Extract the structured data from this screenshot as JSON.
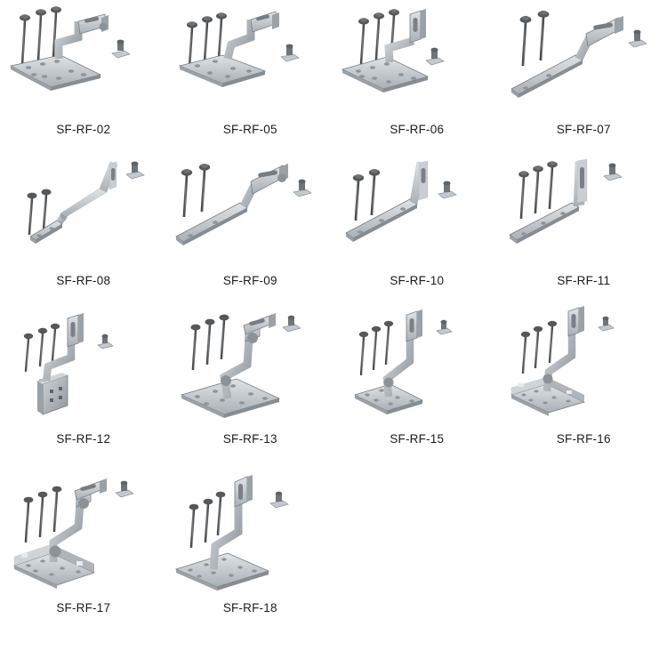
{
  "page": {
    "title": "Solar Roof Mounting Hook Product Grid",
    "background_color": "#ffffff",
    "columns": 4,
    "item_count": 14
  },
  "palette": {
    "metal_light": "#d6dade",
    "metal_mid": "#b2b8be",
    "metal_dark": "#7f868d",
    "metal_edge": "#5f666d",
    "screw_dark": "#4d4f52",
    "screw_mid": "#6d7073",
    "label_color": "#1b1b1b"
  },
  "parts_legend": {
    "screw": "hex-head-wood-screw",
    "hook": "adjustable-roof-hook",
    "nut": "t-bolt-with-flange-nut",
    "base": "perforated-mounting-base-plate"
  },
  "rows": [
    {
      "row_index": 1,
      "items": [
        {
          "code": "SF-RF-02",
          "screws": 3,
          "base": "long-flat-plate",
          "hook": "double-bend-s-hook",
          "nut": true
        },
        {
          "code": "SF-RF-05",
          "screws": 3,
          "base": "wide-rect-plate",
          "hook": "double-bend-s-hook",
          "nut": true
        },
        {
          "code": "SF-RF-06",
          "screws": 3,
          "base": "long-flat-plate",
          "hook": "step-hook-tall-tab",
          "nut": true
        },
        {
          "code": "SF-RF-07",
          "screws": 2,
          "base": "integrated-strap",
          "hook": "flat-strap-hook",
          "nut": true
        }
      ]
    },
    {
      "row_index": 2,
      "items": [
        {
          "code": "SF-RF-08",
          "screws": 2,
          "base": "integrated-strap",
          "hook": "angled-strap-hook",
          "nut": true
        },
        {
          "code": "SF-RF-09",
          "screws": 2,
          "base": "integrated-strap",
          "hook": "flat-strap-hook-pivot",
          "nut": true
        },
        {
          "code": "SF-RF-10",
          "screws": 2,
          "base": "integrated-strap",
          "hook": "l-angle-hook",
          "nut": true
        },
        {
          "code": "SF-RF-11",
          "screws": 3,
          "base": "integrated-strap",
          "hook": "vertical-tab-hook",
          "nut": true
        }
      ]
    },
    {
      "row_index": 3,
      "items": [
        {
          "code": "SF-RF-12",
          "screws": 3,
          "base": "small-angle-plate",
          "hook": "step-hook-tall-tab",
          "nut": true
        },
        {
          "code": "SF-RF-13",
          "screws": 3,
          "base": "wide-rect-plate",
          "hook": "pivot-s-hook",
          "nut": true
        },
        {
          "code": "SF-RF-15",
          "screws": 3,
          "base": "narrow-rect-plate",
          "hook": "pivot-s-hook",
          "nut": true
        },
        {
          "code": "SF-RF-16",
          "screws": 3,
          "base": "angled-flange-plate",
          "hook": "pivot-s-hook",
          "nut": true
        }
      ]
    },
    {
      "row_index": 4,
      "items": [
        {
          "code": "SF-RF-17",
          "screws": 3,
          "base": "angled-flange-plate",
          "hook": "pivot-s-hook",
          "nut": true
        },
        {
          "code": "SF-RF-18",
          "screws": 3,
          "base": "long-flat-plate",
          "hook": "vertical-tab-hook",
          "nut": true
        }
      ]
    }
  ]
}
